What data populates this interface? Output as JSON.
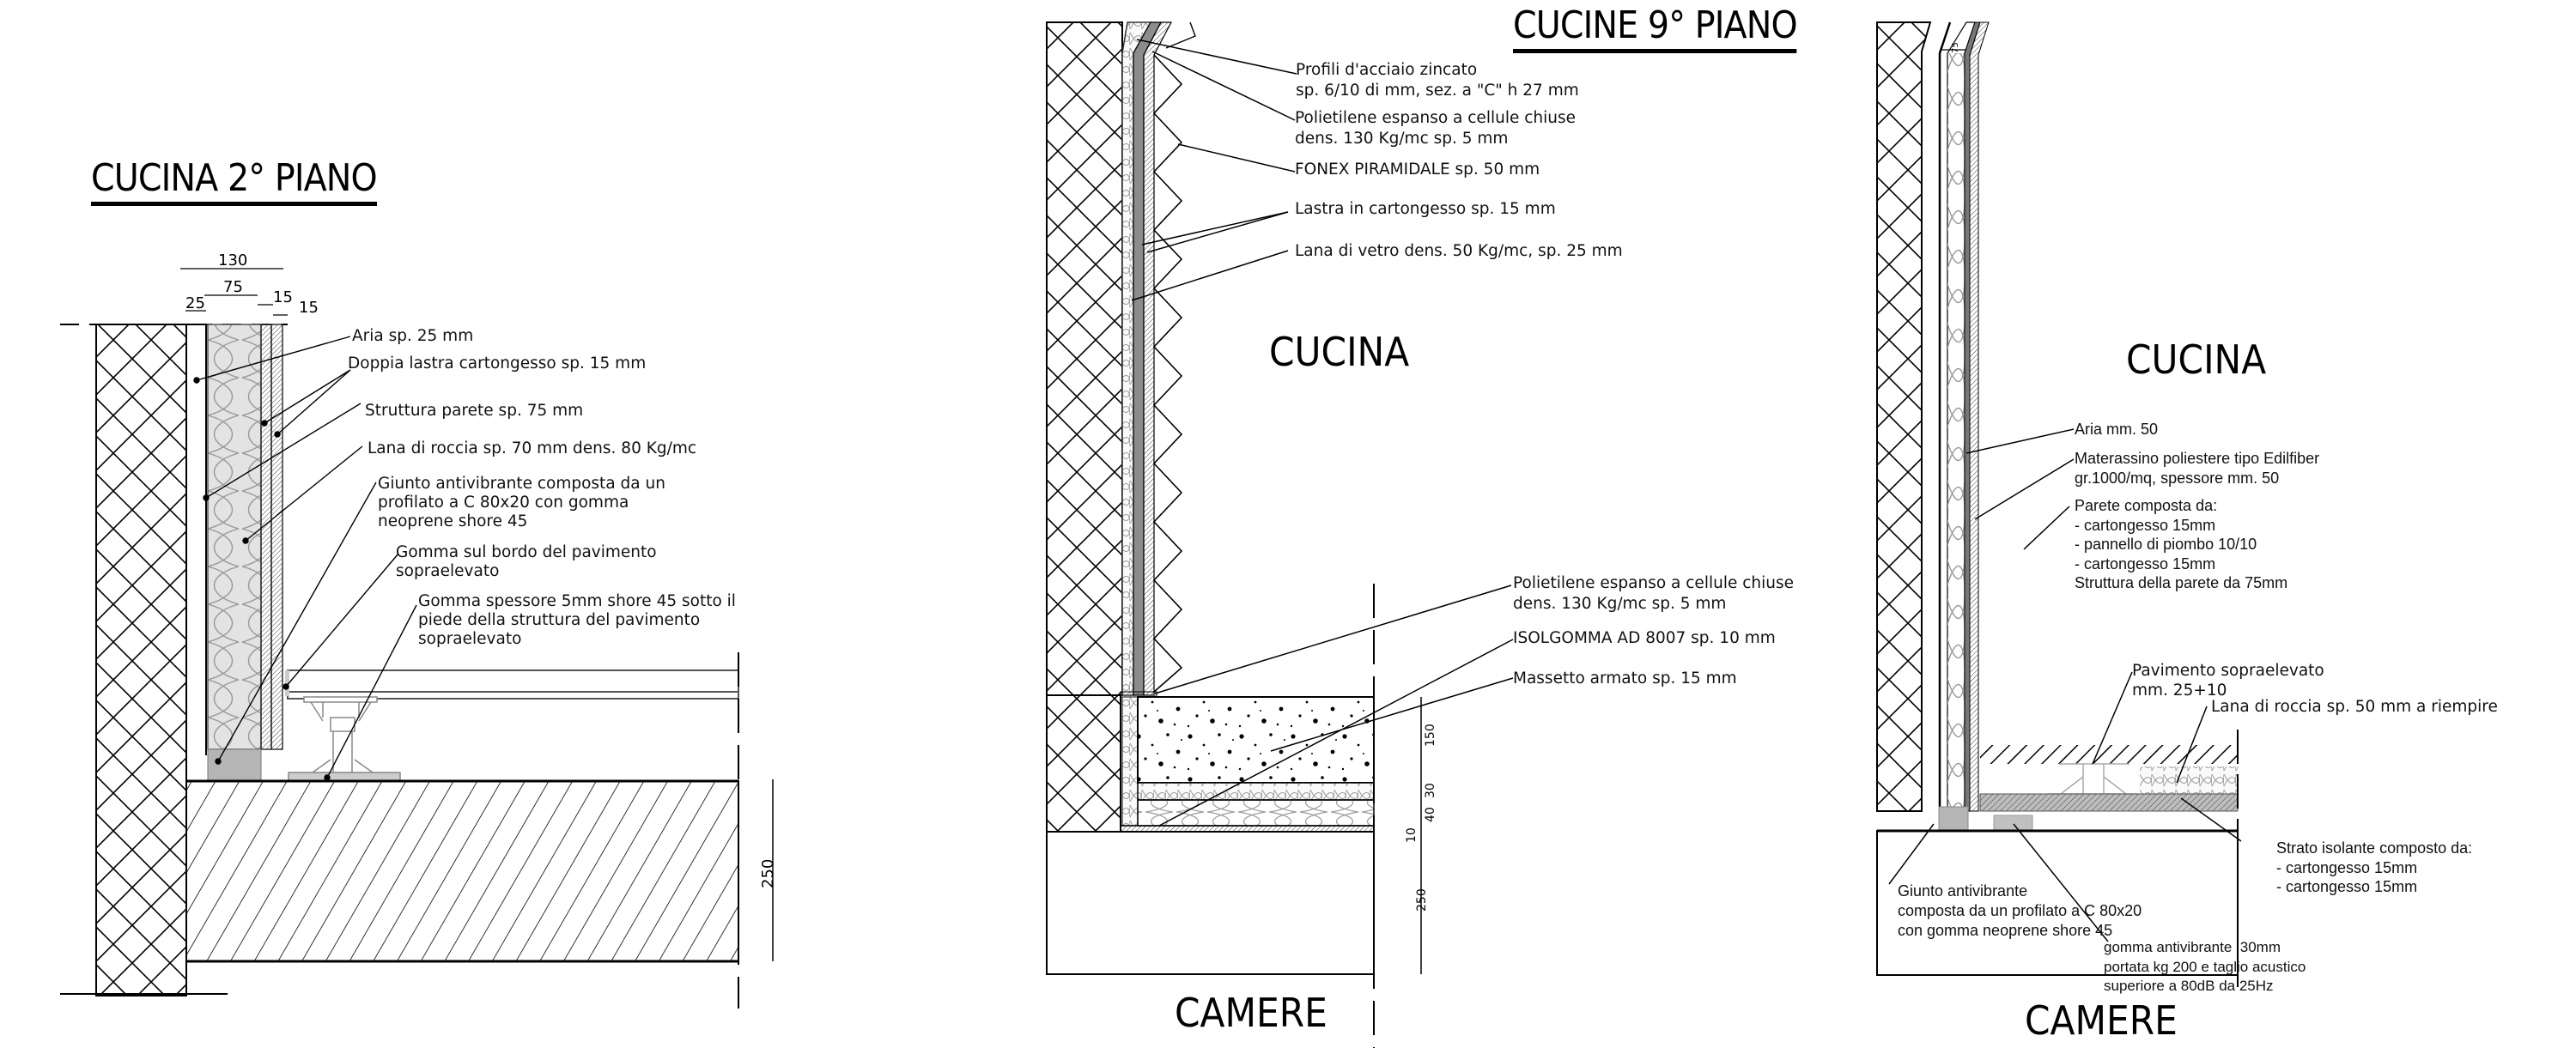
{
  "sections": {
    "left": {
      "title": "CUCINA 2° PIANO",
      "dimensions": {
        "total": "130",
        "structure": "75",
        "air": "25",
        "board1": "15",
        "board2": "15",
        "slab": "250"
      },
      "labels": [
        "Aria sp. 25 mm",
        "Doppia lastra cartongesso sp. 15 mm",
        "Struttura parete sp. 75 mm",
        "Lana di roccia sp. 70 mm dens. 80 Kg/mc",
        "Giunto antivibrante composta da un\nprofilato a C 80x20 con gomma\nneoprene shore 45",
        "Gomma sul bordo del pavimento\nsopraelevato",
        "Gomma spessore 5mm shore 45 sotto il\npiede della struttura del pavimento\nsopraelevato"
      ]
    },
    "middle": {
      "title": "CUCINE 9° PIANO",
      "room_upper": "CUCINA",
      "room_lower": "CAMERE",
      "dimensions": {
        "screed": "150",
        "layer_30": "30",
        "layer_40": "40",
        "layer_10": "10",
        "slab": "250"
      },
      "labels": [
        "Profili d'acciaio zincato\nsp. 6/10 di mm, sez. a \"C\" h 27 mm",
        "Polietilene espanso a cellule chiuse\ndens. 130 Kg/mc sp. 5 mm",
        "FONEX PIRAMIDALE sp. 50 mm",
        "Lastra in cartongesso sp. 15 mm",
        "Lana di vetro dens. 50 Kg/mc, sp. 25 mm",
        "Polietilene espanso a cellule chiuse\ndens. 130 Kg/mc sp. 5 mm",
        "ISOLGOMMA AD 8007 sp. 10 mm",
        "Massetto armato sp. 15 mm"
      ]
    },
    "right": {
      "room_upper": "CUCINA",
      "room_lower": "CAMERE",
      "small_dim": "75",
      "labels": [
        "Aria mm. 50",
        "Materassino poliestere tipo Edilfiber\ngr.1000/mq, spessore mm. 50",
        "Parete composta da:\n- cartongesso 15mm\n- pannello di piombo 10/10\n- cartongesso 15mm\nStruttura della parete da 75mm",
        "Pavimento sopraelevato\nmm. 25+10",
        "Lana di roccia sp. 50 mm a riempire",
        "Strato isolante composto da:\n- cartongesso 15mm\n- cartongesso 15mm",
        "Giunto antivibrante\ncomposta da un profilato a C 80x20\ncon gomma neoprene shore 45",
        "gomma antivibrante  30mm\nportata kg 200 e taglio acustico\nsuperiore a 80dB da 25Hz"
      ]
    }
  },
  "colors": {
    "line": "#000000",
    "insulation_fill": "#e3e3e3",
    "insulation_stroke": "#9a9a9a",
    "rubber_fill": "#b5b5b5",
    "board_fill": "#8c8c8c"
  }
}
